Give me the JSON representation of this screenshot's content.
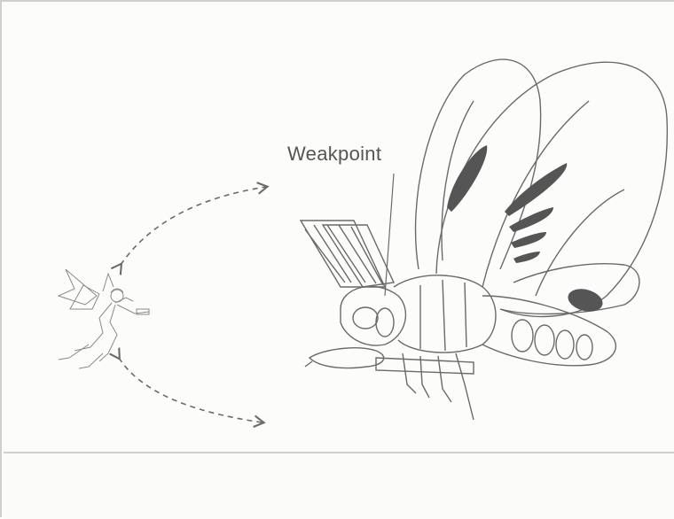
{
  "illustration": {
    "weakpoint_label": "Weakpoint"
  },
  "colors": {
    "ink": "#6a6a6a",
    "dark_spot": "#555555",
    "background": "#fcfcfb"
  },
  "icons": [
    "fairy-sprite",
    "giant-moth-boss",
    "dashed-arrow-upper",
    "dashed-arrow-lower",
    "weakpoint-pointer-line"
  ]
}
